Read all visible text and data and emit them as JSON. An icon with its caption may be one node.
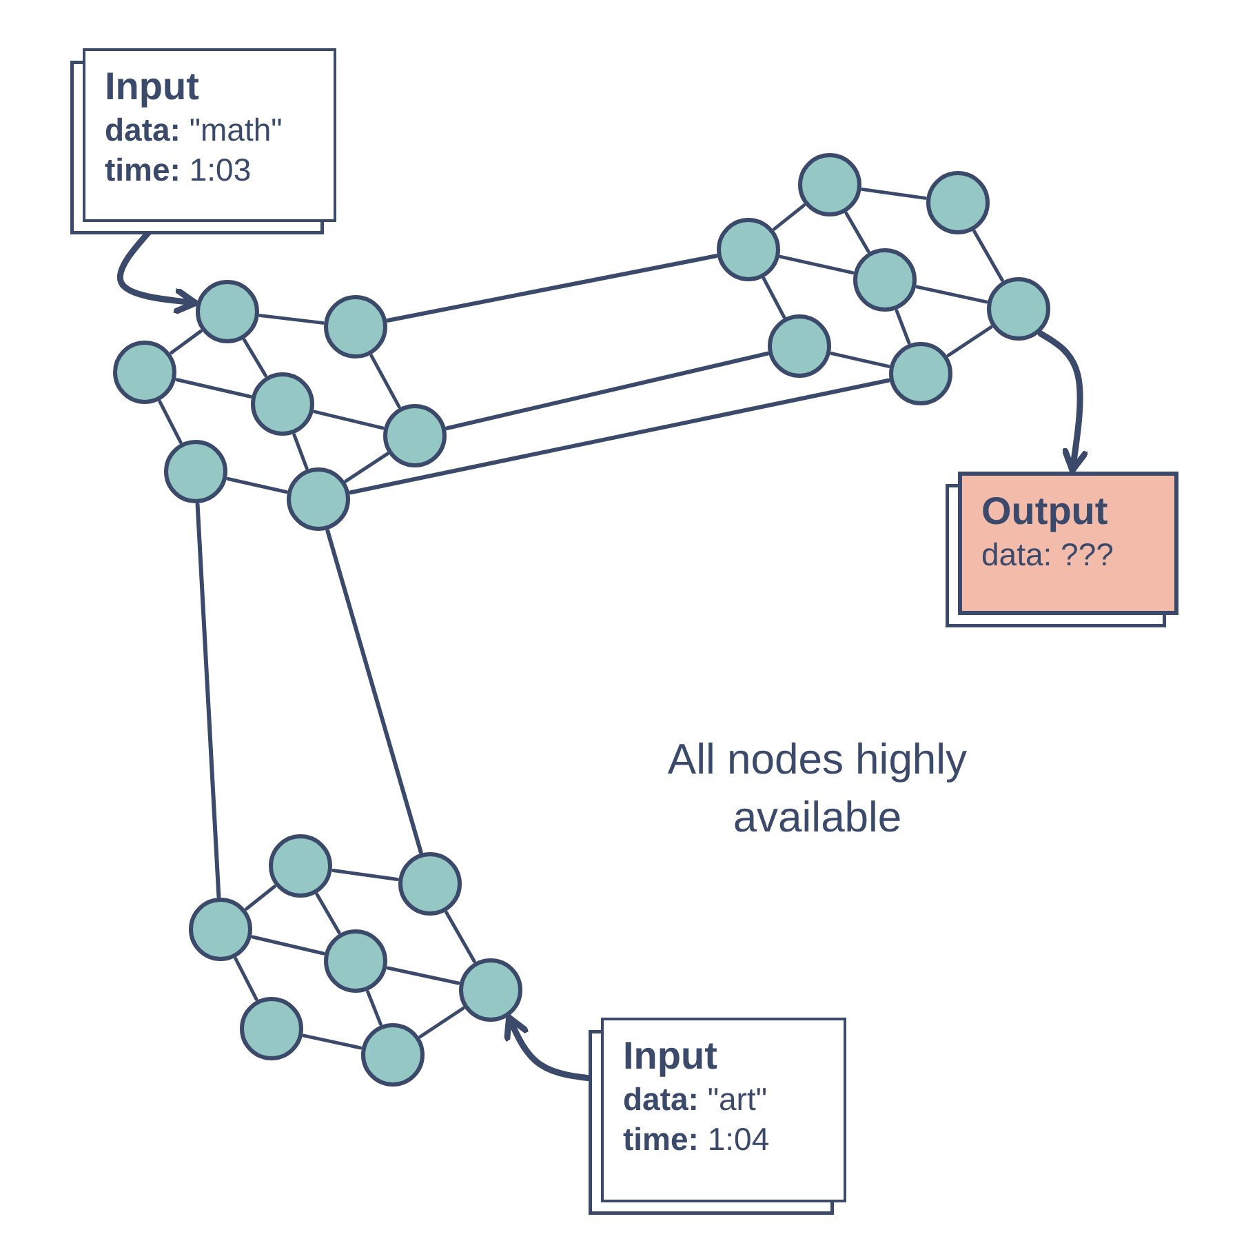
{
  "diagram": {
    "nodes": [
      {
        "text": [
          "Input",
          "**data:** \"math\"",
          "**time:** 1:03"
        ]
      },
      {
        "text": [],
        "shape": "circle"
      },
      {
        "text": [],
        "shape": "circle"
      },
      {
        "text": [],
        "shape": "circle"
      },
      {
        "text": [],
        "shape": "circle"
      },
      {
        "text": [],
        "shape": "circle"
      },
      {
        "text": [],
        "shape": "circle"
      },
      {
        "text": [],
        "shape": "circle"
      },
      {
        "text": [],
        "shape": "circle"
      },
      {
        "text": [],
        "shape": "circle"
      },
      {
        "text": [],
        "shape": "circle"
      },
      {
        "text": [],
        "shape": "circle"
      },
      {
        "text": [],
        "shape": "circle"
      },
      {
        "text": [],
        "shape": "circle"
      },
      {
        "text": [],
        "shape": "circle"
      },
      {
        "text": [
          "Output",
          "data: ???"
        ]
      },
      {
        "text": [],
        "shape": "circle"
      },
      {
        "text": [],
        "shape": "circle"
      },
      {
        "text": [],
        "shape": "circle"
      },
      {
        "text": [],
        "shape": "circle"
      },
      {
        "text": [],
        "shape": "circle"
      },
      {
        "text": [],
        "shape": "circle"
      },
      {
        "text": [],
        "shape": "circle"
      },
      {
        "text": [
          "Input",
          "**data:** \"art\"",
          "**time:** 1:04"
        ]
      }
    ],
    "edges": [
      {
        "from": 0,
        "to": 1,
        "arrow": "to",
        "style": "thick"
      },
      {
        "from": 1,
        "to": 2,
        "arrow": "none"
      },
      {
        "from": 1,
        "to": 3,
        "arrow": "none"
      },
      {
        "from": 1,
        "to": 4,
        "arrow": "none"
      },
      {
        "from": 2,
        "to": 5,
        "arrow": "none"
      },
      {
        "from": 3,
        "to": 4,
        "arrow": "none"
      },
      {
        "from": 3,
        "to": 6,
        "arrow": "none"
      },
      {
        "from": 4,
        "to": 5,
        "arrow": "none"
      },
      {
        "from": 4,
        "to": 7,
        "arrow": "none"
      },
      {
        "from": 6,
        "to": 7,
        "arrow": "none"
      },
      {
        "from": 7,
        "to": 5,
        "arrow": "none"
      },
      {
        "from": 8,
        "to": 9,
        "arrow": "none"
      },
      {
        "from": 8,
        "to": 10,
        "arrow": "none"
      },
      {
        "from": 8,
        "to": 11,
        "arrow": "none"
      },
      {
        "from": 9,
        "to": 12,
        "arrow": "none"
      },
      {
        "from": 10,
        "to": 11,
        "arrow": "none"
      },
      {
        "from": 10,
        "to": 13,
        "arrow": "none"
      },
      {
        "from": 11,
        "to": 12,
        "arrow": "none"
      },
      {
        "from": 11,
        "to": 14,
        "arrow": "none"
      },
      {
        "from": 13,
        "to": 14,
        "arrow": "none"
      },
      {
        "from": 14,
        "to": 12,
        "arrow": "none"
      },
      {
        "from": 2,
        "to": 10,
        "arrow": "none"
      },
      {
        "from": 5,
        "to": 13,
        "arrow": "none"
      },
      {
        "from": 7,
        "to": 14,
        "arrow": "none"
      },
      {
        "from": 12,
        "to": 15,
        "arrow": "to",
        "style": "thick"
      },
      {
        "from": 6,
        "to": 18,
        "arrow": "none"
      },
      {
        "from": 7,
        "to": 17,
        "arrow": "none"
      },
      {
        "from": 16,
        "to": 17,
        "arrow": "none"
      },
      {
        "from": 16,
        "to": 18,
        "arrow": "none"
      },
      {
        "from": 16,
        "to": 19,
        "arrow": "none"
      },
      {
        "from": 17,
        "to": 20,
        "arrow": "none"
      },
      {
        "from": 18,
        "to": 19,
        "arrow": "none"
      },
      {
        "from": 18,
        "to": 21,
        "arrow": "none"
      },
      {
        "from": 19,
        "to": 20,
        "arrow": "none"
      },
      {
        "from": 19,
        "to": 22,
        "arrow": "none"
      },
      {
        "from": 21,
        "to": 22,
        "arrow": "none"
      },
      {
        "from": 22,
        "to": 20,
        "arrow": "none"
      },
      {
        "from": 23,
        "to": 20,
        "arrow": "to",
        "style": "thick"
      }
    ],
    "labels": [
      "All nodes highly available"
    ]
  }
}
